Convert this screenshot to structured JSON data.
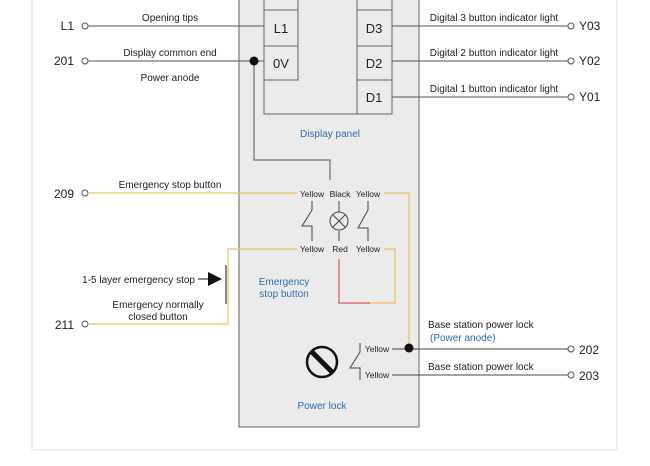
{
  "terminals": {
    "l1": "L1",
    "t201": "201",
    "t209": "209",
    "t211": "211",
    "y03": "Y03",
    "y02": "Y02",
    "y01": "Y01",
    "t202": "202",
    "t203": "203"
  },
  "labels": {
    "opening_tips": "Opening tips",
    "display_common_end": "Display common end",
    "power_anode": "Power anode",
    "digital3": "Digital 3 button indicator light",
    "digital2": "Digital 2 button indicator light",
    "digital1": "Digital 1 button indicator light",
    "display_panel": "Display panel",
    "emergency_stop_button": "Emergency stop button",
    "layer_emergency_stop": "1-5 layer emergency stop",
    "emergency_normally_closed_l1": "Emergency normally",
    "emergency_normally_closed_l2": "closed button",
    "emergency_stop_box_l1": "Emergency",
    "emergency_stop_box_l2": "stop button",
    "base_station_power_lock": "Base station power lock",
    "base_station_power_anode": "(Power anode)",
    "base_station_power_lock_2": "Base station power lock",
    "power_lock": "Power lock"
  },
  "panel_cells": {
    "l1": "L1",
    "ov": "0V",
    "d3": "D3",
    "d2": "D2",
    "d1": "D1"
  },
  "wire_labels": {
    "yellow_top_left": "Yellow",
    "black": "Black",
    "yellow_top_right": "Yellow",
    "yellow_bottom_left": "Yellow",
    "red": "Red",
    "yellow_bottom_right": "Yellow",
    "lock_yellow_1": "Yellow",
    "lock_yellow_2": "Yellow"
  },
  "colors": {
    "panel_fill": "#ebebeb",
    "wire_yellow": "#f2b440",
    "wire_red": "#d23a3a",
    "label_blue": "#2a6db5"
  }
}
